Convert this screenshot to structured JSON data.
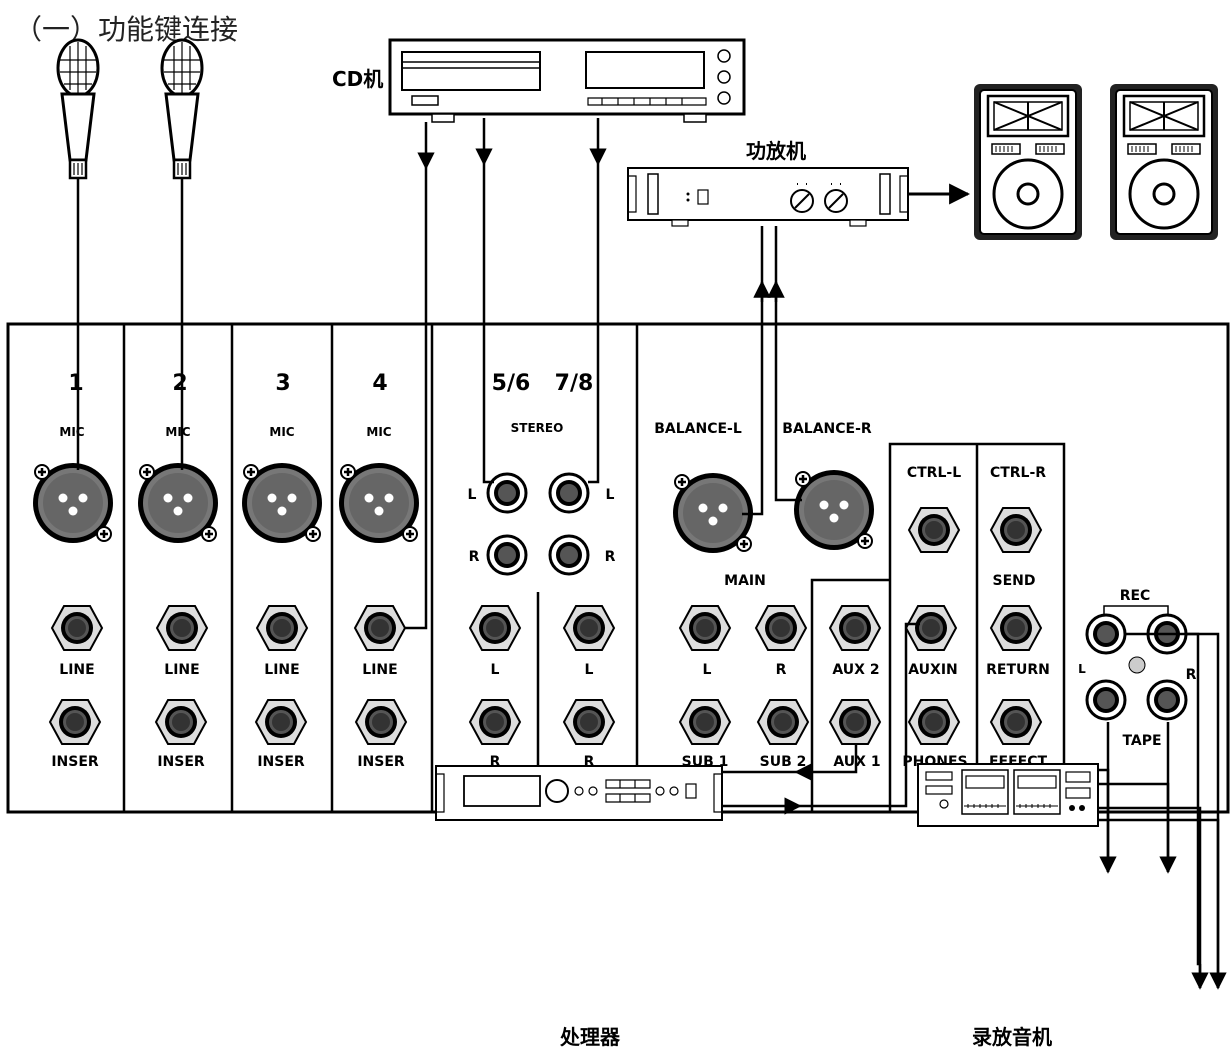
{
  "title": "（一）功能键连接",
  "devices": {
    "cd": "CD机",
    "amp": "功放机",
    "processor": "处理器",
    "recorder": "录放音机"
  },
  "channels": [
    {
      "num": "1",
      "mic": "MIC",
      "line": "LINE",
      "insert": "INSER"
    },
    {
      "num": "2",
      "mic": "MIC",
      "line": "LINE",
      "insert": "INSER"
    },
    {
      "num": "3",
      "mic": "MIC",
      "line": "LINE",
      "insert": "INSER"
    },
    {
      "num": "4",
      "mic": "MIC",
      "line": "LINE",
      "insert": "INSER"
    }
  ],
  "stereo": {
    "num_a": "5/6",
    "num_b": "7/8",
    "label": "STEREO",
    "l": "L",
    "r": "R"
  },
  "master": {
    "balance_l": "BALANCE-L",
    "balance_r": "BALANCE-R",
    "main": "MAIN",
    "l": "L",
    "r": "R",
    "sub1": "SUB 1",
    "sub2": "SUB 2",
    "aux2": "AUX 2",
    "aux1": "AUX 1",
    "ctrl_l": "CTRL-L",
    "ctrl_r": "CTRL-R",
    "auxin": "AUXIN",
    "phones": "PHONES",
    "send": "SEND",
    "return": "RETURN",
    "effect": "EFFECT",
    "rec": "REC",
    "tape": "TAPE",
    "tape_l": "L",
    "tape_r": "R"
  }
}
